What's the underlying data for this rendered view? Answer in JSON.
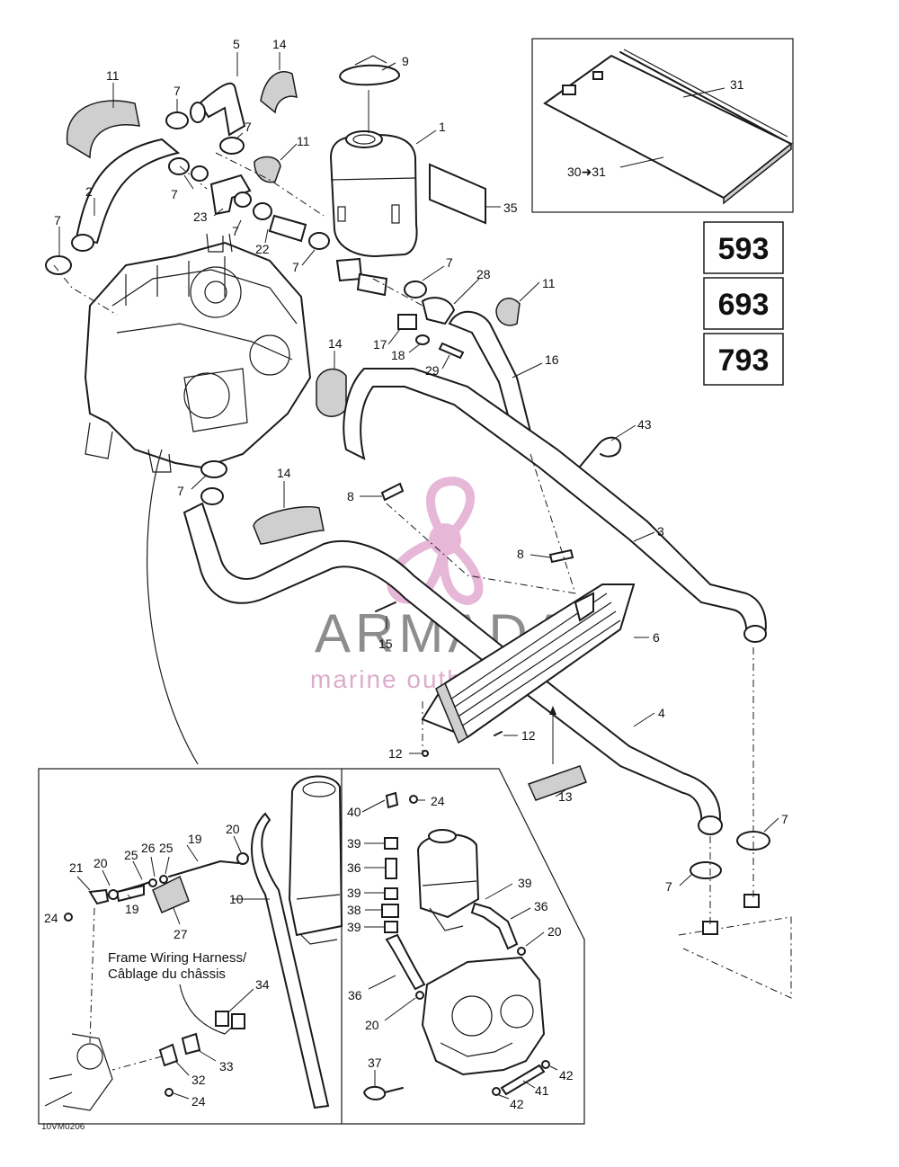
{
  "diagram": {
    "models": [
      "593",
      "693",
      "793"
    ],
    "reference_code": "10VM0206",
    "harness_label_en": "Frame Wiring Harness/",
    "harness_label_fr": "Câblage du châssis",
    "watermark": {
      "brand": "ARMADA",
      "tagline": "marine outboards",
      "brand_color": "#7a7a7a",
      "accent_color": "#e2a6cf"
    },
    "callouts": {
      "c1": "1",
      "c2": "2",
      "c3": "3",
      "c4": "4",
      "c5": "5",
      "c6": "6",
      "c7": "7",
      "c8": "8",
      "c9": "9",
      "c10": "10",
      "c11": "11",
      "c12": "12",
      "c13": "13",
      "c14": "14",
      "c15": "15",
      "c16": "16",
      "c17": "17",
      "c18": "18",
      "c19": "19",
      "c20": "20",
      "c21": "21",
      "c22": "22",
      "c23": "23",
      "c24": "24",
      "c25": "25",
      "c26": "26",
      "c27": "27",
      "c28": "28",
      "c29": "29",
      "c30_31": "30➜31",
      "c31": "31",
      "c32": "32",
      "c33": "33",
      "c34": "34",
      "c35": "35",
      "c36": "36",
      "c37": "37",
      "c38": "38",
      "c39": "39",
      "c40": "40",
      "c41": "41",
      "c42": "42",
      "c43": "43"
    }
  }
}
